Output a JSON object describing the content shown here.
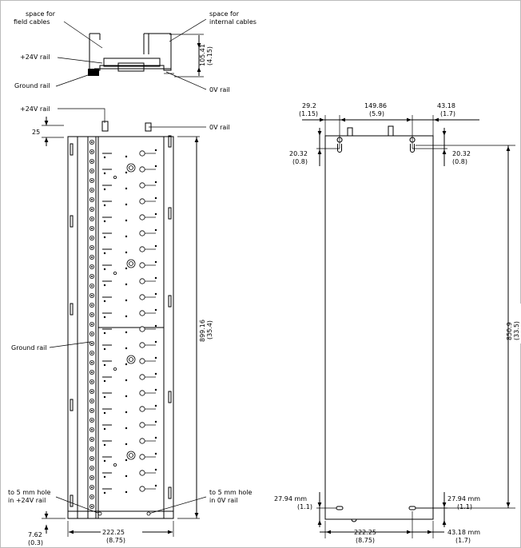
{
  "top_section": {
    "field_cables_label": [
      "space for",
      "field cables"
    ],
    "internal_cables_label": [
      "space for",
      "internal cables"
    ],
    "plus24_rail": "+24V rail",
    "ground_rail": "Ground rail",
    "zero_v_rail": "0V rail",
    "height_mm": "105.41",
    "height_in": "(4.15)"
  },
  "left_view": {
    "plus24_rail": "+24V rail",
    "zero_v_rail": "0V rail",
    "top_offset": "25",
    "ground_rail": "Ground rail",
    "height_mm": "899.16",
    "height_in": "(35.4)",
    "hole_left": [
      "to 5 mm hole",
      "in +24V rail"
    ],
    "hole_right": [
      "to 5 mm hole",
      "in 0V rail"
    ],
    "bottom_offset_mm": "7.62",
    "bottom_offset_in": "(0.3)",
    "width_mm": "222.25",
    "width_in": "(8.75)"
  },
  "right_view": {
    "dim_left_mm": "29.2",
    "dim_left_in": "(1.15)",
    "dim_mid_mm": "149.86",
    "dim_mid_in": "(5.9)",
    "dim_right_mm": "43.18",
    "dim_right_in": "(1.7)",
    "side_left_mm": "20.32",
    "side_left_in": "(0.8)",
    "side_right_mm": "20.32",
    "side_right_in": "(0.8)",
    "height_mm": "850.9",
    "height_in": "(33.5)",
    "bottom_left_mm": "27.94 mm",
    "bottom_left_in": "(1.1)",
    "bottom_right_mm": "27.94 mm",
    "bottom_right_in": "(1.1)",
    "width_mm": "222.25",
    "width_in": "(8.75)",
    "bottom_offset_mm": "43.18 mm",
    "bottom_offset_in": "(1.7)"
  }
}
